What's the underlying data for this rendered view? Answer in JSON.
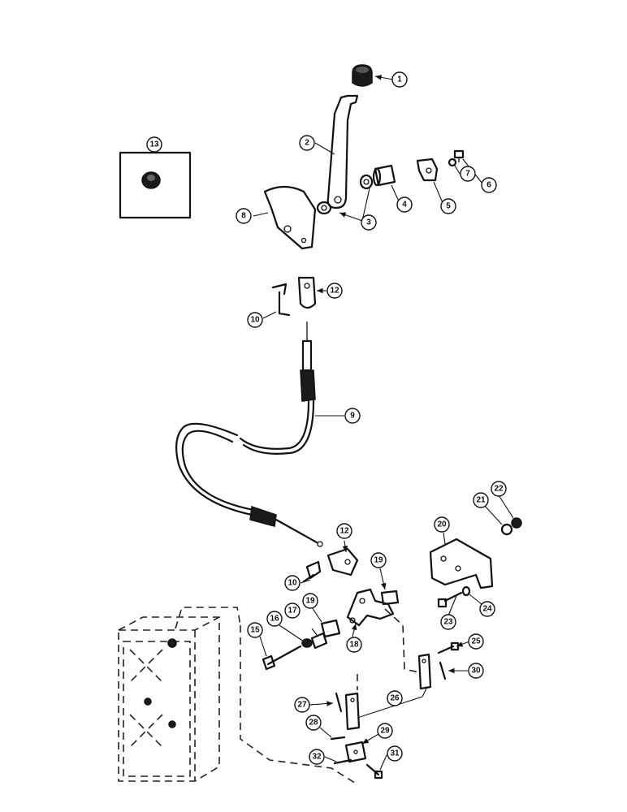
{
  "callouts": {
    "c1": "1",
    "c2": "2",
    "c3": "3",
    "c4": "4",
    "c5": "5",
    "c6": "6",
    "c7": "7",
    "c8": "8",
    "c9": "9",
    "c10a": "10",
    "c10b": "10",
    "c12a": "12",
    "c12b": "12",
    "c13": "13",
    "c15": "15",
    "c16": "16",
    "c17": "17",
    "c18": "18",
    "c19a": "19",
    "c19b": "19",
    "c20": "20",
    "c21": "21",
    "c22": "22",
    "c23": "23",
    "c24": "24",
    "c25": "25",
    "c26": "26",
    "c27": "27",
    "c28": "28",
    "c29": "29",
    "c30": "30",
    "c31": "31",
    "c32": "32"
  }
}
